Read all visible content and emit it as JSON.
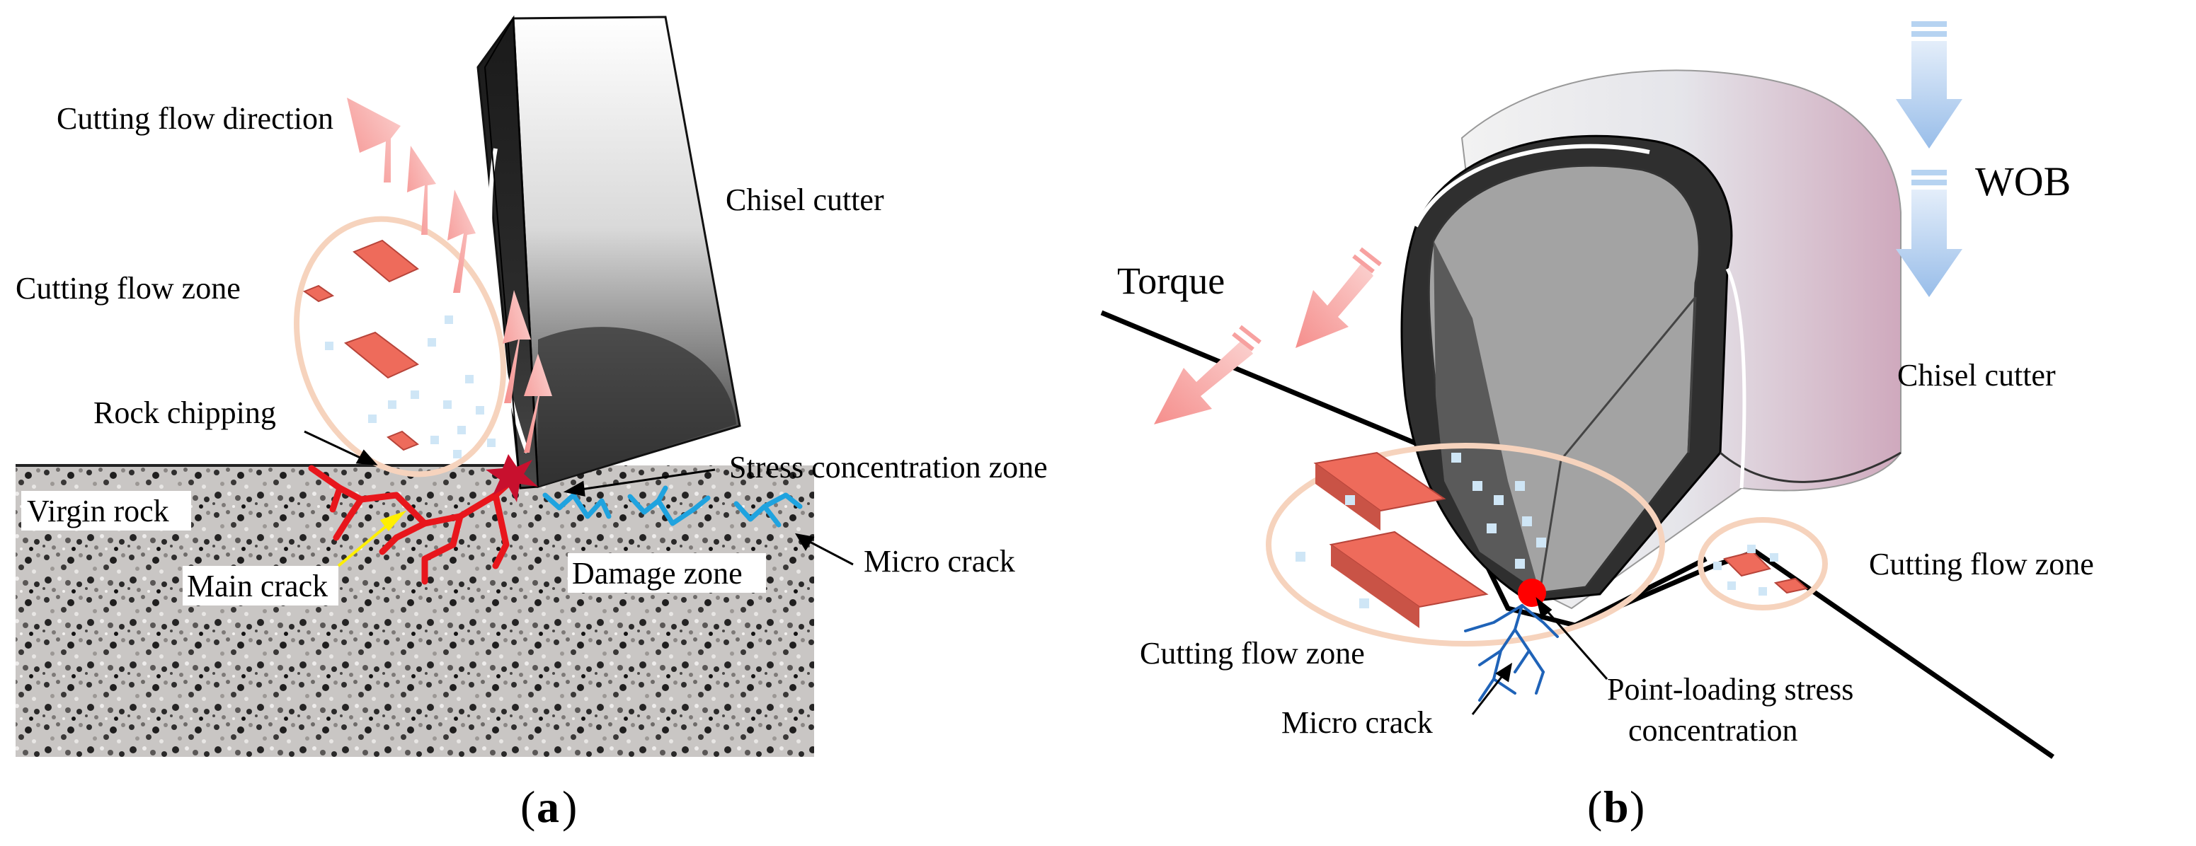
{
  "panel_a": {
    "caption_open": "(",
    "caption_letter": "a",
    "caption_close": ")",
    "labels": {
      "cutting_flow_direction": "Cutting flow direction",
      "chisel_cutter": "Chisel cutter",
      "cutting_flow_zone": "Cutting flow zone",
      "rock_chipping": "Rock chipping",
      "stress_concentration_zone": "Stress concentration zone",
      "virgin_rock": "Virgin rock",
      "main_crack": "Main crack",
      "damage_zone": "Damage zone",
      "micro_crack": "Micro crack"
    }
  },
  "panel_b": {
    "caption_open": "(",
    "caption_letter": "b",
    "caption_close": ")",
    "labels": {
      "torque": "Torque",
      "wob": "WOB",
      "chisel_cutter": "Chisel cutter",
      "cutting_flow_zone_left": "Cutting flow zone",
      "cutting_flow_zone_right": "Cutting flow zone",
      "micro_crack": "Micro crack",
      "point_loading_line1": "Point-loading stress",
      "point_loading_line2": "concentration"
    }
  },
  "colors": {
    "rock_fragment": "#ee6b5b",
    "arrow_pink": "#f7a1a0",
    "zone_outline": "#f6d3bd",
    "main_crack": "#e8161c",
    "micro_crack_a": "#1fa3df",
    "micro_crack_b": "#1f63b8",
    "wob_arrow": "#b6d3f1",
    "point_load": "#ff0000"
  }
}
